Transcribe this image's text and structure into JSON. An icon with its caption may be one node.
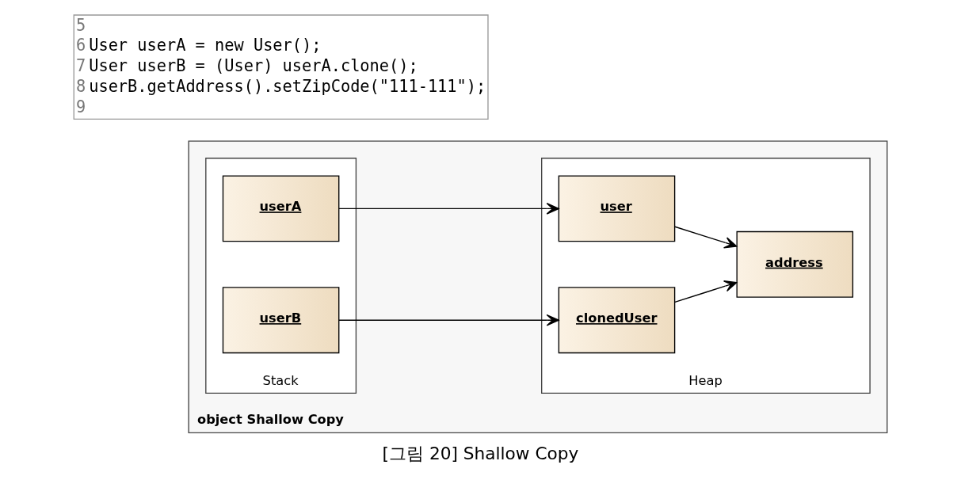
{
  "diagram": {
    "caption": "[그림 20] Shallow Copy",
    "nodes": [
      {
        "text": [
          "object Shallow Copy"
        ]
      },
      {
        "text": [
          "Stack"
        ],
        "in": 0
      },
      {
        "text": [
          "Heap"
        ],
        "in": 0
      },
      {
        "text": [
          "userA"
        ],
        "in": 1
      },
      {
        "text": [
          "userB"
        ],
        "in": 1
      },
      {
        "text": [
          "user"
        ],
        "in": 2
      },
      {
        "text": [
          "clonedUser"
        ],
        "in": 2
      },
      {
        "text": [
          "address"
        ],
        "in": 2
      }
    ],
    "edges": [
      {
        "from": 3,
        "to": 5,
        "arrow": "to"
      },
      {
        "from": 4,
        "to": 6,
        "arrow": "to"
      },
      {
        "from": 5,
        "to": 7,
        "arrow": "to"
      },
      {
        "from": 6,
        "to": 7,
        "arrow": "to"
      }
    ],
    "labels": [
      "5",
      "6",
      "User userA = new User();",
      "7",
      "User userB = (User) userA.clone();",
      "8",
      "userB.getAddress().setZipCode(\"111-111\");",
      "9"
    ]
  }
}
